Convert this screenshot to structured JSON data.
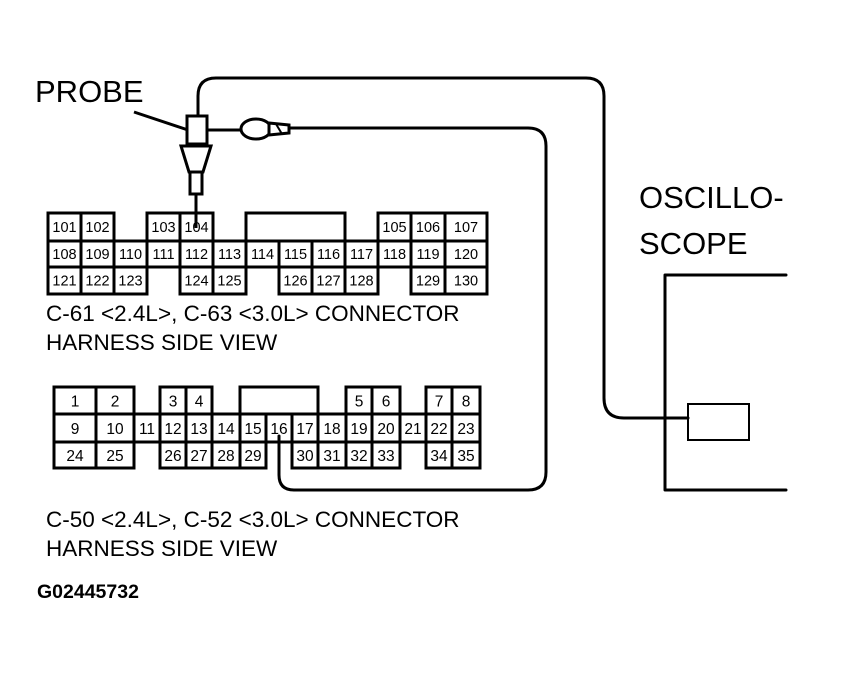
{
  "labels": {
    "probe": "PROBE",
    "oscilloscope_line1": "OSCILLO-",
    "oscilloscope_line2": "SCOPE",
    "figure_code": "G02445732"
  },
  "connectors": [
    {
      "id": "c61",
      "caption_line1": "C-61 <2.4L>, C-63 <3.0L> CONNECTOR",
      "caption_line2": "HARNESS SIDE VIEW",
      "rows": [
        [
          "101",
          "102",
          "",
          "103",
          "104",
          "",
          "",
          "",
          "",
          "",
          "105",
          "106",
          "107"
        ],
        [
          "108",
          "109",
          "110",
          "111",
          "112",
          "113",
          "114",
          "115",
          "116",
          "117",
          "118",
          "119",
          "120"
        ],
        [
          "121",
          "122",
          "123",
          "",
          "124",
          "125",
          "",
          "126",
          "127",
          "128",
          "",
          "129",
          "130"
        ]
      ]
    },
    {
      "id": "c50",
      "caption_line1": "C-50 <2.4L>, C-52 <3.0L> CONNECTOR",
      "caption_line2": "HARNESS SIDE VIEW",
      "rows": [
        [
          "1",
          "2",
          "",
          "3",
          "4",
          "",
          "",
          "",
          "",
          "",
          "5",
          "6",
          "",
          "7",
          "8"
        ],
        [
          "9",
          "10",
          "11",
          "12",
          "13",
          "14",
          "15",
          "16",
          "17",
          "18",
          "19",
          "20",
          "21",
          "22",
          "23"
        ],
        [
          "24",
          "25",
          "",
          "26",
          "27",
          "28",
          "29",
          "",
          "30",
          "31",
          "32",
          "33",
          "",
          "34",
          "35"
        ]
      ]
    }
  ]
}
